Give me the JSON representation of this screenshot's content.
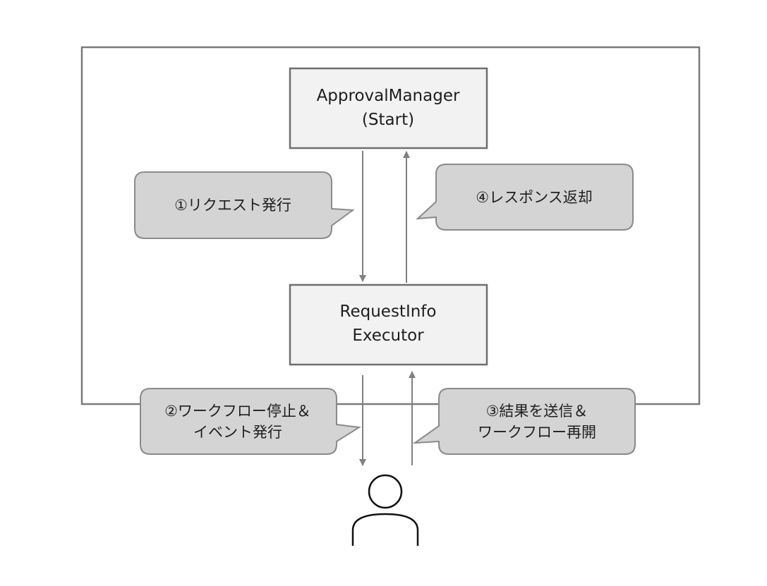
{
  "colors": {
    "frame": "#7a7a7a",
    "node_fill": "#f2f2f2",
    "node_stroke": "#6f6f6f",
    "callout_fill": "#d4d4d4",
    "callout_stroke": "#8a8a8a",
    "arrow": "#808080",
    "person_stroke": "#111111"
  },
  "nodes": {
    "approval_manager": {
      "line1": "ApprovalManager",
      "line2": "(Start)"
    },
    "request_info_executor": {
      "line1": "RequestInfo",
      "line2": "Executor"
    }
  },
  "callouts": {
    "step1": {
      "line1": "①リクエスト発行"
    },
    "step2": {
      "line1": "②ワークフロー停止＆",
      "line2": "イベント発行"
    },
    "step3": {
      "line1": "③結果を送信＆",
      "line2": "ワークフロー再開"
    },
    "step4": {
      "line1": "④レスポンス返却"
    }
  },
  "icons": {
    "person": "person-icon"
  }
}
